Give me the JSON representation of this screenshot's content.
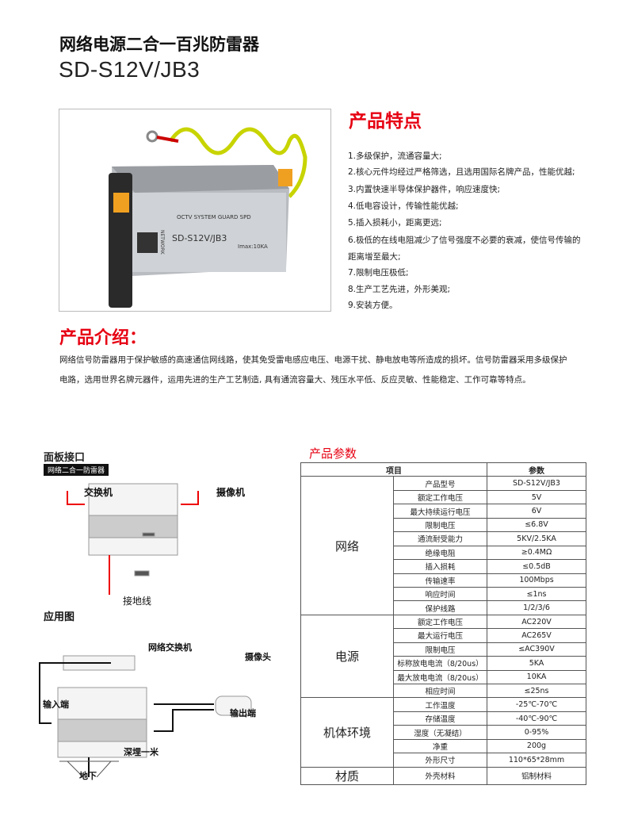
{
  "header": {
    "title": "网络电源二合一百兆防雷器",
    "model": "SD-S12V/JB3"
  },
  "product_image": {
    "label_line": "OCTV SYSTEM GUARD SPD",
    "label_model": "SD-S12V/JB3",
    "label_imax": "Imax:10KA",
    "port_label": "NETWORK"
  },
  "features": {
    "heading": "产品特点",
    "items": [
      "1.多级保护，流通容量大;",
      "2.核心元件均经过严格筛选，且选用国际名牌产品，性能优越;",
      "3.内置快速半导体保护器件，响应速度快;",
      "4.低电容设计，传输性能优越;",
      "5.插入损耗小，距离更远;",
      "6.极低的在线电阻减少了信号强度不必要的衰减，使信号传输的",
      "距离增至最大;",
      "7.限制电压极低;",
      "8.生产工艺先进，外形美观;",
      "9.安装方便。"
    ]
  },
  "intro": {
    "heading": "产品介绍：",
    "lines": [
      "网络信号防雷器用于保护敏感的高速通信网线路，使其免受雷电感应电压、电源干扰、静电放电等所造成的损坏。信号防雷器采用多级保护",
      "电路，选用世界名牌元器件，运用先进的生产工艺制造, 具有通流容量大、残压水平低、反应灵敏、性能稳定、工作可靠等特点。"
    ]
  },
  "panel": {
    "heading": "面板接口",
    "tag": "网络二合一防雷器",
    "switch": "交换机",
    "camera": "摄像机",
    "ground": "接地线"
  },
  "application": {
    "heading": "应用图",
    "switch": "网络交换机",
    "camera": "摄像头",
    "input": "输入端",
    "output": "输出端",
    "depth": "深埋一米",
    "underground": "地下"
  },
  "params": {
    "heading": "产品参数",
    "col_item": "项目",
    "col_value": "参数",
    "groups": [
      {
        "name": "网络",
        "rows": [
          [
            "产品型号",
            "SD-S12V/JB3"
          ],
          [
            "额定工作电压",
            "5V"
          ],
          [
            "最大持续运行电压",
            "6V"
          ],
          [
            "限制电压",
            "≤6.8V"
          ],
          [
            "通流耐受能力",
            "5KV/2.5KA"
          ],
          [
            "绝缘电阻",
            "≥0.4MΩ"
          ],
          [
            "插入损耗",
            "≤0.5dB"
          ],
          [
            "传输速率",
            "100Mbps"
          ],
          [
            "响应时间",
            "≤1ns"
          ],
          [
            "保护线路",
            "1/2/3/6"
          ]
        ]
      },
      {
        "name": "电源",
        "rows": [
          [
            "额定工作电压",
            "AC220V"
          ],
          [
            "最大运行电压",
            "AC265V"
          ],
          [
            "限制电压",
            "≤AC390V"
          ],
          [
            "标称放电电流（8/20us）",
            "5KA"
          ],
          [
            "最大放电电流（8/20us）",
            "10KA"
          ],
          [
            "相应时间",
            "≤25ns"
          ]
        ]
      },
      {
        "name": "机体环境",
        "rows": [
          [
            "工作温度",
            "-25℃-70℃"
          ],
          [
            "存储温度",
            "-40℃-90℃"
          ],
          [
            "湿度（无凝结）",
            "0-95%"
          ],
          [
            "净重",
            "200g"
          ],
          [
            "外形尺寸",
            "110*65*28mm"
          ]
        ]
      },
      {
        "name": "材质",
        "rows": [
          [
            "外壳材料",
            "铝制材料"
          ]
        ]
      }
    ]
  },
  "colors": {
    "accent": "#e60012"
  }
}
